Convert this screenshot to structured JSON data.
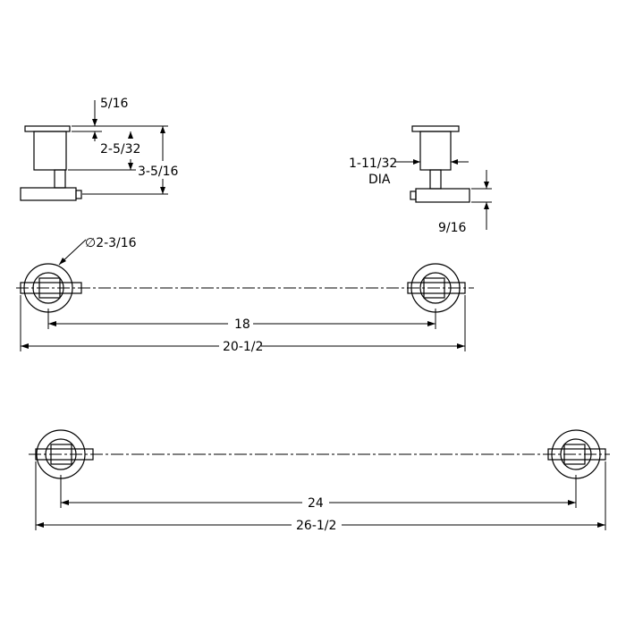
{
  "colors": {
    "line": "#000000",
    "background": "#ffffff"
  },
  "side_view_left": {
    "dim_flange": "5/16",
    "dim_post": "2-5/32",
    "dim_projection": "3-5/16"
  },
  "side_view_right": {
    "dim_diameter": "1-11/32",
    "dim_diameter_suffix": "DIA",
    "dim_bar": "9/16"
  },
  "bar_18": {
    "dim_base": "∅2-3/16",
    "dim_centers": "18",
    "dim_overall": "20-1/2"
  },
  "bar_24": {
    "dim_centers": "24",
    "dim_overall": "26-1/2"
  }
}
